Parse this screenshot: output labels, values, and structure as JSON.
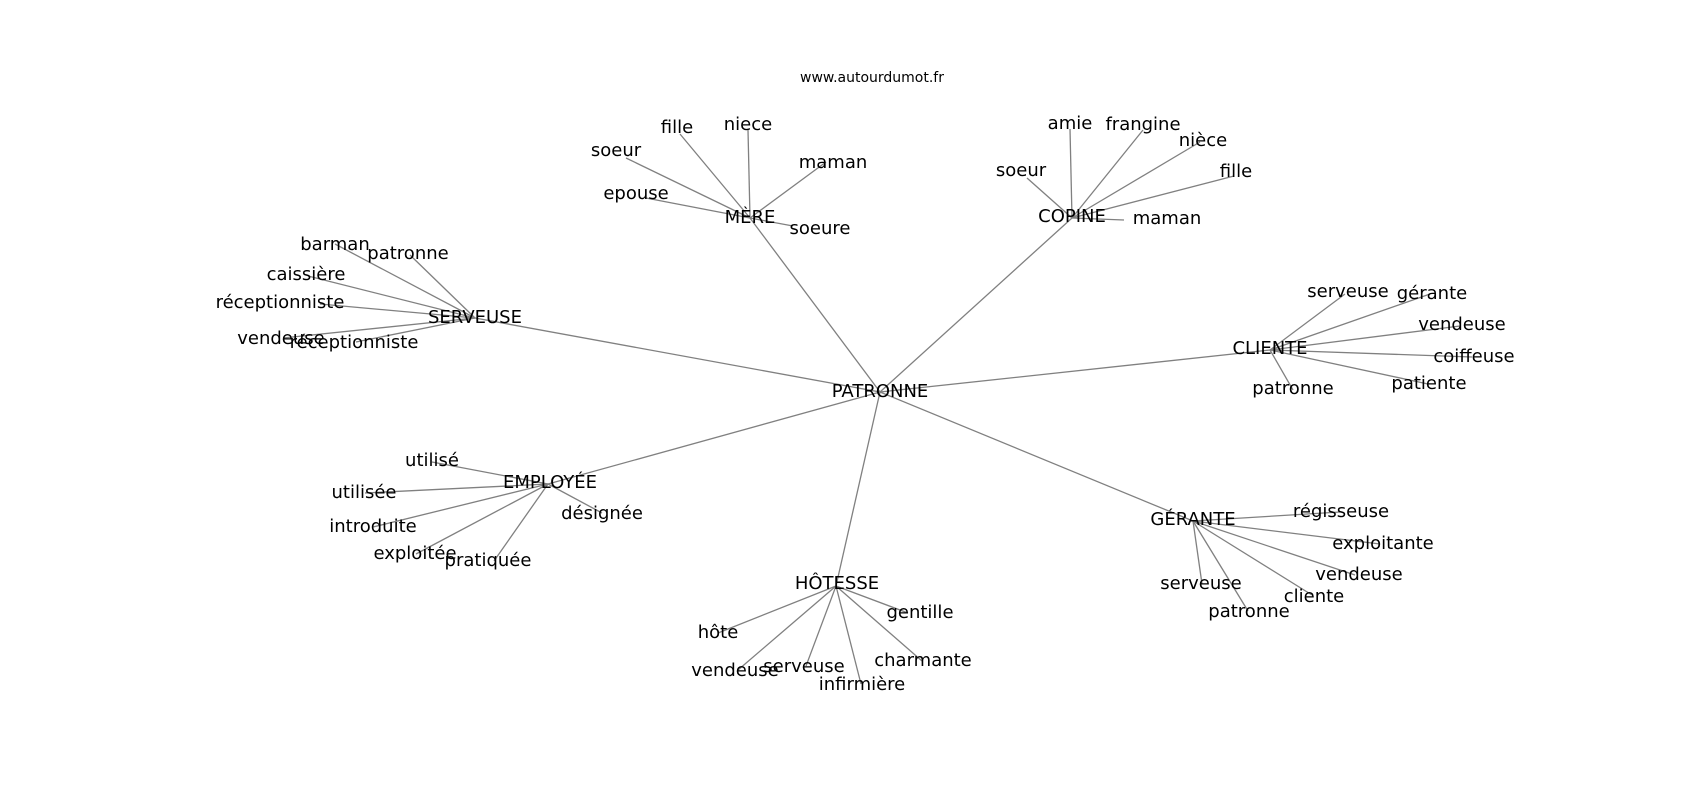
{
  "source_label": "www.autourdumot.fr",
  "center": "PATRONNE",
  "clusters": [
    {
      "label": "MÈRE",
      "words": [
        "soeur",
        "fille",
        "niece",
        "maman",
        "epouse",
        "soeure"
      ]
    },
    {
      "label": "COPINE",
      "words": [
        "soeur",
        "amie",
        "frangine",
        "nièce",
        "fille",
        "maman"
      ]
    },
    {
      "label": "SERVEUSE",
      "words": [
        "barman",
        "patronne",
        "caissière",
        "réceptionniste",
        "vendeuse",
        "réceptionniste"
      ]
    },
    {
      "label": "CLIENTE",
      "words": [
        "serveuse",
        "gérante",
        "vendeuse",
        "coiffeuse",
        "patiente",
        "patronne"
      ]
    },
    {
      "label": "EMPLOYÉE",
      "words": [
        "utilisé",
        "utilisée",
        "introduite",
        "exploitée",
        "pratiquée",
        "désignée"
      ]
    },
    {
      "label": "GÉRANTE",
      "words": [
        "régisseuse",
        "exploitante",
        "vendeuse",
        "cliente",
        "patronne",
        "serveuse"
      ]
    },
    {
      "label": "HÔTESSE",
      "words": [
        "hôte",
        "vendeuse",
        "serveuse",
        "infirmière",
        "charmante",
        "gentille"
      ]
    }
  ]
}
